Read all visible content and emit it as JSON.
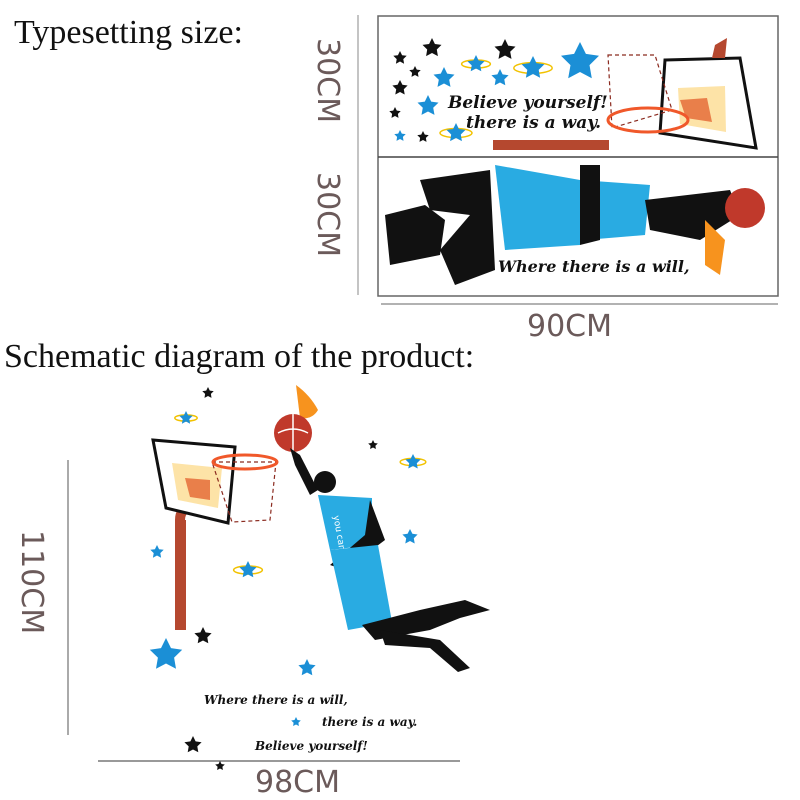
{
  "headings": {
    "typesetting": "Typesetting size:",
    "schematic": "Schematic diagram of the product:"
  },
  "dimensions": {
    "sheet_top_height": "30CM",
    "sheet_bottom_height": "30CM",
    "sheet_width": "90CM",
    "product_height": "110CM",
    "product_width": "98CM"
  },
  "quotes": {
    "believe": "Believe  yourself!",
    "way": "there is a way.",
    "will": "Where there is a will,"
  },
  "jersey_text": "you can",
  "colors": {
    "blue_star": "#1b8fd6",
    "black_star": "#111111",
    "jersey": "#29abe2",
    "ball": "#c0392b",
    "flame": "#f7931e",
    "pole": "#b5482f",
    "dimension_text": "#6b5a5a"
  }
}
